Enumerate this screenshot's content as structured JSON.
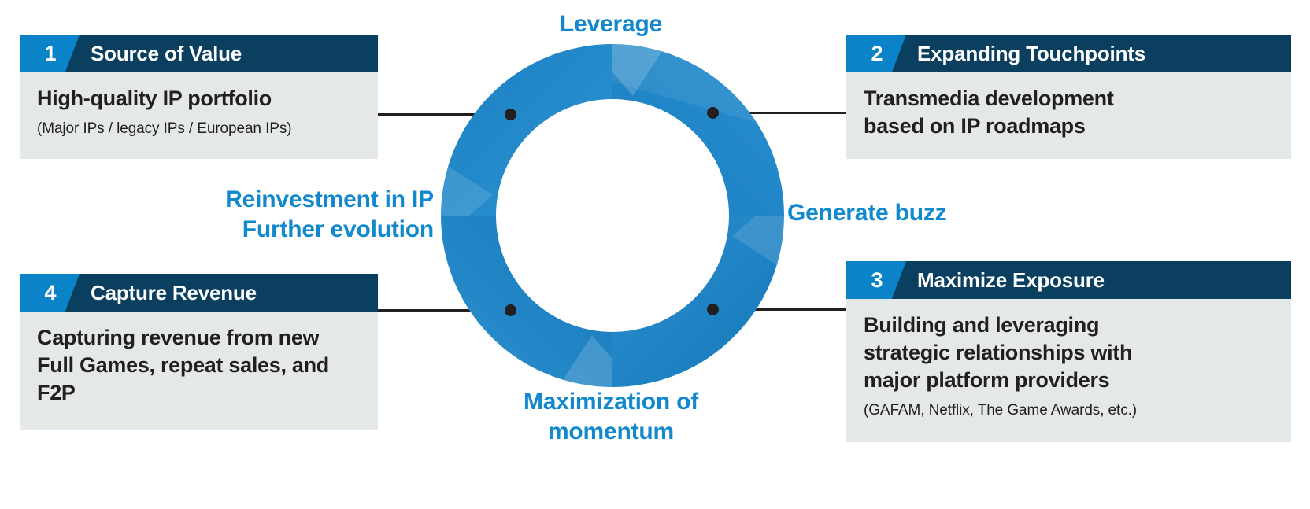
{
  "colors": {
    "accent_blue": "#0a83c8",
    "header_navy": "#0a3f5f",
    "panel_gray": "#e5e8e9",
    "label_blue": "#1288ce",
    "line_black": "#231f20",
    "ring_blue": "#1a7fc1"
  },
  "cycle_labels": {
    "top": "Leverage",
    "right": "Generate buzz",
    "bottom": "Maximization of\nmomentum",
    "left": "Reinvestment in IP\nFurther evolution"
  },
  "cards": [
    {
      "number": "1",
      "title": "Source of Value",
      "main": "High-quality IP portfolio",
      "note": "(Major IPs / legacy IPs / European IPs)"
    },
    {
      "number": "2",
      "title": "Expanding Touchpoints",
      "main": "Transmedia development\nbased on IP roadmaps",
      "note": ""
    },
    {
      "number": "3",
      "title": "Maximize Exposure",
      "main": "Building and leveraging\nstrategic relationships with\nmajor platform providers",
      "note": "(GAFAM, Netflix, The Game Awards, etc.)"
    },
    {
      "number": "4",
      "title": "Capture Revenue",
      "main": "Capturing revenue from new\nFull Games, repeat sales, and\nF2P",
      "note": ""
    }
  ]
}
